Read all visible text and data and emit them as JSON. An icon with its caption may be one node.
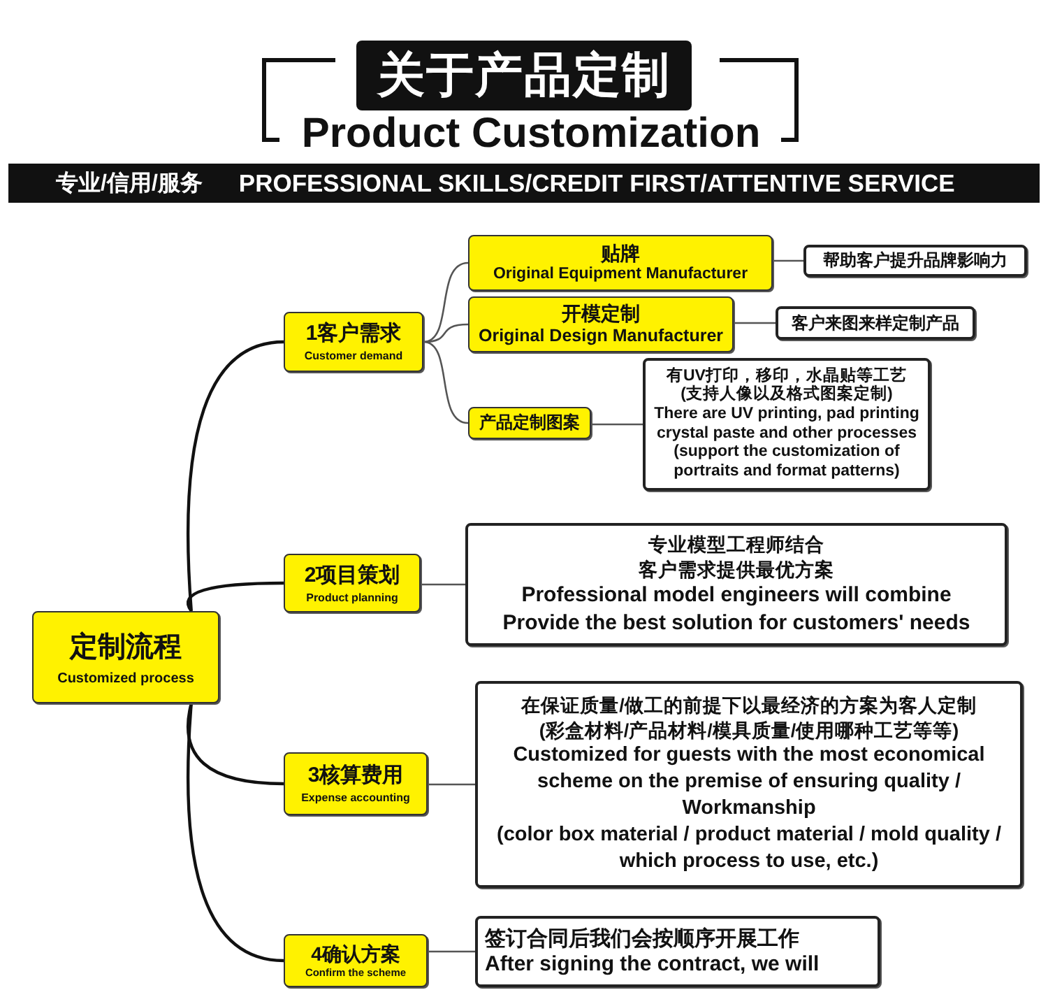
{
  "diagram": {
    "title": "关于产品定制",
    "nodes": [
      {
        "text": [
          "定制流程",
          "Customized process"
        ]
      },
      {
        "text": [
          "1客户需求",
          "Customer demand"
        ]
      },
      {
        "text": [
          "贴牌",
          "Original Equipment Manufacturer"
        ]
      },
      {
        "text": [
          "开模定制",
          "Original Design Manufacturer"
        ]
      },
      {
        "text": [
          "产品定制图案"
        ]
      },
      {
        "text": [
          "帮助客户提升品牌影响力"
        ]
      },
      {
        "text": [
          "客户来图来样定制产品"
        ]
      },
      {
        "text": [
          "有UV打印，移印，水晶贴等工艺",
          "(支持人像以及格式图案定制)",
          "There are UV printing, pad printing crystal paste and other processes",
          "(support the customization of portraits and format patterns)"
        ]
      },
      {
        "text": [
          "2项目策划",
          "Product planning"
        ]
      },
      {
        "text": [
          "专业模型工程师结合",
          "客户需求提供最优方案",
          "Professional model engineers will combine",
          "Provide the best solution for customers' needs"
        ]
      },
      {
        "text": [
          "3核算费用",
          "Expense accounting"
        ]
      },
      {
        "text": [
          "在保证质量/做工的前提下以最经济的方案为客人定制",
          "(彩盒材料/产品材料/模具质量/使用哪种工艺等等)",
          "Customized for guests with the most economical scheme on the premise of ensuring quality / Workmanship",
          "(color box material / product material / mold quality / which process to use, etc.)"
        ]
      },
      {
        "text": [
          "4确认方案",
          "Confirm the scheme"
        ]
      },
      {
        "text": [
          "签订合同后我们会按顺序开展工作",
          "After signing the contract, we will"
        ]
      }
    ],
    "edges": [
      {
        "from": 0,
        "to": 1,
        "arrow": "none"
      },
      {
        "from": 1,
        "to": 2,
        "arrow": "none"
      },
      {
        "from": 1,
        "to": 3,
        "arrow": "none"
      },
      {
        "from": 1,
        "to": 4,
        "arrow": "none"
      },
      {
        "from": 2,
        "to": 5,
        "arrow": "none"
      },
      {
        "from": 3,
        "to": 6,
        "arrow": "none"
      },
      {
        "from": 4,
        "to": 7,
        "arrow": "none"
      },
      {
        "from": 0,
        "to": 8,
        "arrow": "none"
      },
      {
        "from": 8,
        "to": 9,
        "arrow": "none"
      },
      {
        "from": 0,
        "to": 10,
        "arrow": "none"
      },
      {
        "from": 10,
        "to": 11,
        "arrow": "none"
      },
      {
        "from": 0,
        "to": 12,
        "arrow": "none"
      },
      {
        "from": 12,
        "to": 13,
        "arrow": "none"
      }
    ],
    "labels": [
      "Product Customization",
      "专业/信用/服务",
      "PROFESSIONAL SKILLS/CREDIT FIRST/ATTENTIVE SERVICE"
    ]
  }
}
